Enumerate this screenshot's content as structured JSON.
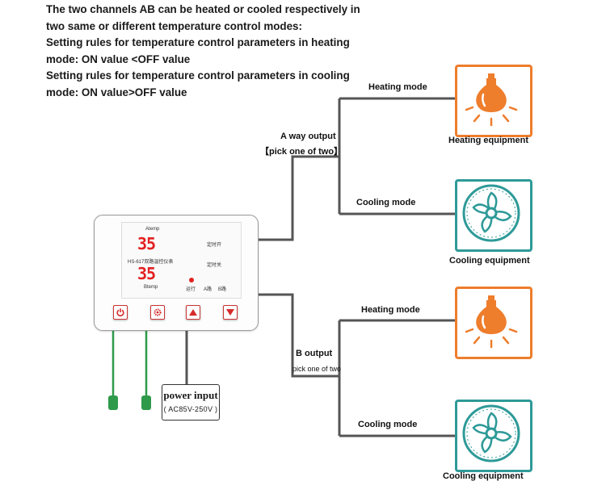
{
  "intro_lines": [
    "The two channels AB can be heated or cooled respectively in",
    "two same or different temperature control modes:",
    "Setting rules for temperature control parameters in heating",
    "mode: ON value <OFF value",
    "Setting rules for temperature control parameters in cooling",
    "mode: ON value>OFF value"
  ],
  "a_output": {
    "title": "A way output",
    "subtitle": "【pick one of two】"
  },
  "b_output": {
    "title": "B output",
    "subtitle": "pick one of two"
  },
  "modes": {
    "heating": "Heating mode",
    "cooling": "Cooling mode"
  },
  "equipment": {
    "heating": "Heating equipment",
    "cooling": "Cooling equipment"
  },
  "controller": {
    "atemp_label": "Atemp",
    "btemp_label": "Btemp",
    "a_value": "35",
    "b_value": "35",
    "model": "HS-617双路温控仪表",
    "timer_on": "定时开",
    "timer_off": "定时关",
    "run": "运行",
    "a_road": "A路",
    "b_road": "B路"
  },
  "power": {
    "label": "power input",
    "range": "( AC85V-250V )"
  },
  "colors": {
    "heat": "#ee7d2c",
    "cool": "#2e9a98",
    "display": "#e32020",
    "probe": "#2e9a4a",
    "wire": "#555555"
  },
  "icons": {
    "heat": "light-bulb-icon",
    "cool": "fan-icon"
  }
}
